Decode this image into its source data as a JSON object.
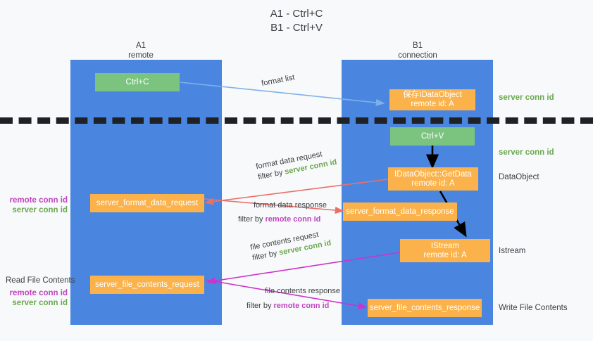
{
  "title": {
    "line1": "A1 - Ctrl+C",
    "line2": "B1 - Ctrl+V"
  },
  "columns": [
    {
      "name": "A1",
      "sub": "remote"
    },
    {
      "name": "B1",
      "sub": "connection"
    }
  ],
  "colors": {
    "lane": "#4a86e0",
    "green_box": "#7bc47f",
    "orange_box": "#fbb24a",
    "server_conn_id": "#6aa84f",
    "remote_conn_id": "#c043c0",
    "arrow_blue": "#7fb1e8",
    "arrow_red": "#e8706a",
    "arrow_magenta": "#cc33cc",
    "arrow_black": "#000000",
    "divider": "#202124",
    "background": "#f8f9fa"
  },
  "boxes": {
    "ctrl_c": "Ctrl+C",
    "save_idataobject": {
      "line1": "保存IDataObject",
      "line2": "remote id: A"
    },
    "ctrl_v": "Ctrl+V",
    "getdata": {
      "line1": "IDataObject::GetData",
      "line2": "remote id: A"
    },
    "istream": {
      "line1": "IStream",
      "line2": "remote id: A"
    },
    "server_format_data_request": "server_format_data_request",
    "server_format_data_response": "server_format_data_response",
    "server_file_contents_request": "server_file_contents_request",
    "server_file_contents_response": "server_file_contents_response"
  },
  "right_labels": {
    "server_conn_id_top": "server conn id",
    "server_conn_id_mid": "server conn id",
    "dataobject": "DataObject",
    "istream": "Istream",
    "write_file_contents": "Write File Contents"
  },
  "left_labels": {
    "format_remote": "remote conn id",
    "format_server": "server conn id",
    "read_file_contents": "Read File Contents",
    "file_remote": "remote conn id",
    "file_server": "server conn id"
  },
  "edges": {
    "format_list": "format list",
    "format_data_request": "format data request",
    "format_data_request_filter_prefix": "filter by ",
    "format_data_request_filter_key": "server conn id",
    "format_data_response": "format data response",
    "format_data_response_filter_prefix": "filter by ",
    "format_data_response_filter_key": "remote conn id",
    "file_contents_request": "file contents request",
    "file_contents_request_filter_prefix": "filter by ",
    "file_contents_request_filter_key": "server conn id",
    "file_contents_response": "file contents response",
    "file_contents_response_filter_prefix": "filter by ",
    "file_contents_response_filter_key": "remote conn id"
  }
}
